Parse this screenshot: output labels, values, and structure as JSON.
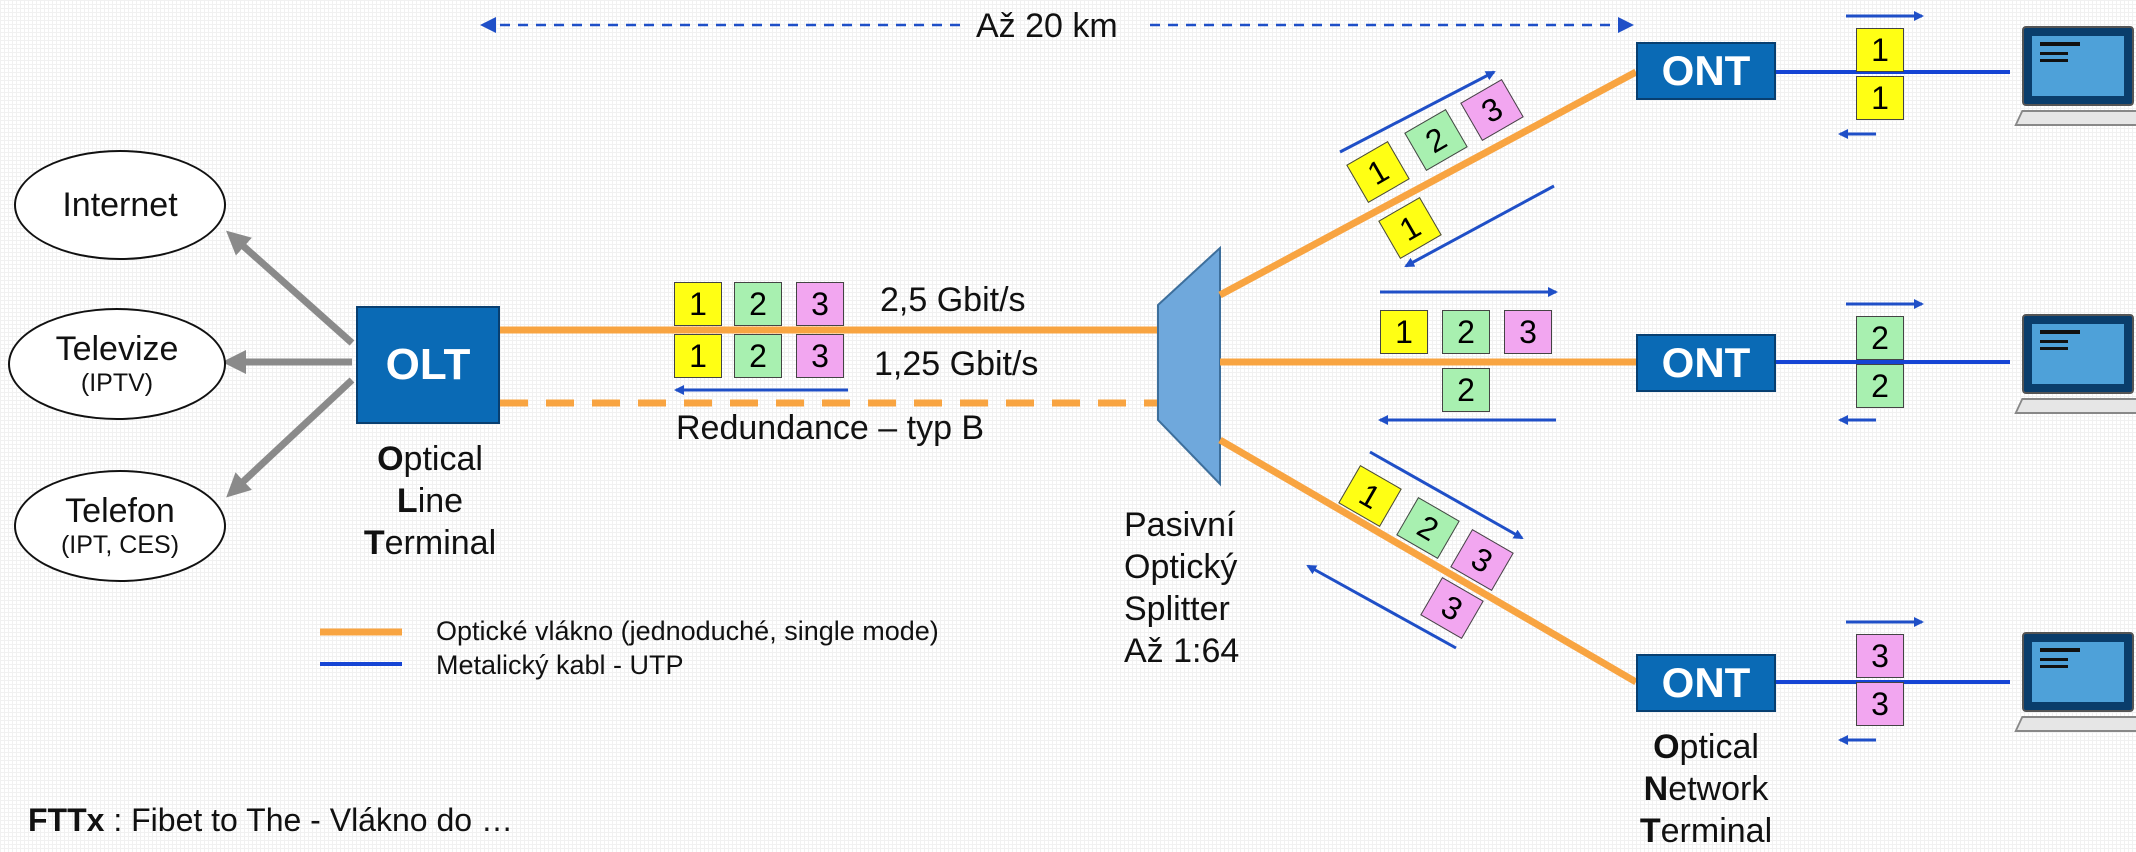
{
  "distance_label": "Až 20 km",
  "services": {
    "internet": {
      "label": "Internet"
    },
    "tv": {
      "label": "Televize",
      "sub": "(IPTV)"
    },
    "phone": {
      "label": "Telefon",
      "sub": "(IPT, CES)"
    }
  },
  "olt": {
    "box_label": "OLT",
    "name_lines": [
      {
        "b": "O",
        "rest": "ptical"
      },
      {
        "b": "L",
        "rest": "ine"
      },
      {
        "b": "T",
        "rest": "erminal"
      }
    ]
  },
  "feeder": {
    "downstream_rate": "2,5 Gbit/s",
    "upstream_rate": "1,25 Gbit/s",
    "redundancy_label": "Redundance – typ B",
    "down_packets": [
      "1",
      "2",
      "3"
    ],
    "up_packets": [
      "1",
      "2",
      "3"
    ]
  },
  "splitter": {
    "lines": [
      "Pasivní",
      "Optický",
      "Splitter",
      "Až 1:64"
    ]
  },
  "ont_label": "ONT",
  "ont_name_lines": [
    {
      "b": "O",
      "rest": "ptical"
    },
    {
      "b": "N",
      "rest": "etwork"
    },
    {
      "b": "T",
      "rest": "erminal"
    }
  ],
  "branches": [
    {
      "down": [
        "1",
        "2",
        "3"
      ],
      "up": "1",
      "user_down": "1",
      "user_up": "1"
    },
    {
      "down": [
        "1",
        "2",
        "3"
      ],
      "up": "2",
      "user_down": "2",
      "user_up": "2"
    },
    {
      "down": [
        "1",
        "2",
        "3"
      ],
      "up": "3",
      "user_down": "3",
      "user_up": "3"
    }
  ],
  "legend": {
    "fiber": "Optické vlákno (jednoduché, single mode)",
    "copper": "Metalický kabl - UTP"
  },
  "colors": {
    "fiber": "#f8a441",
    "copper": "#1544d4",
    "arrow_blue": "#1f4fc7",
    "box_blue": "#0a6ab5",
    "gray_arrow": "#8a8a8a"
  },
  "footer": {
    "term": "FTTx",
    "text": " : Fibet to The - Vlákno do …"
  }
}
